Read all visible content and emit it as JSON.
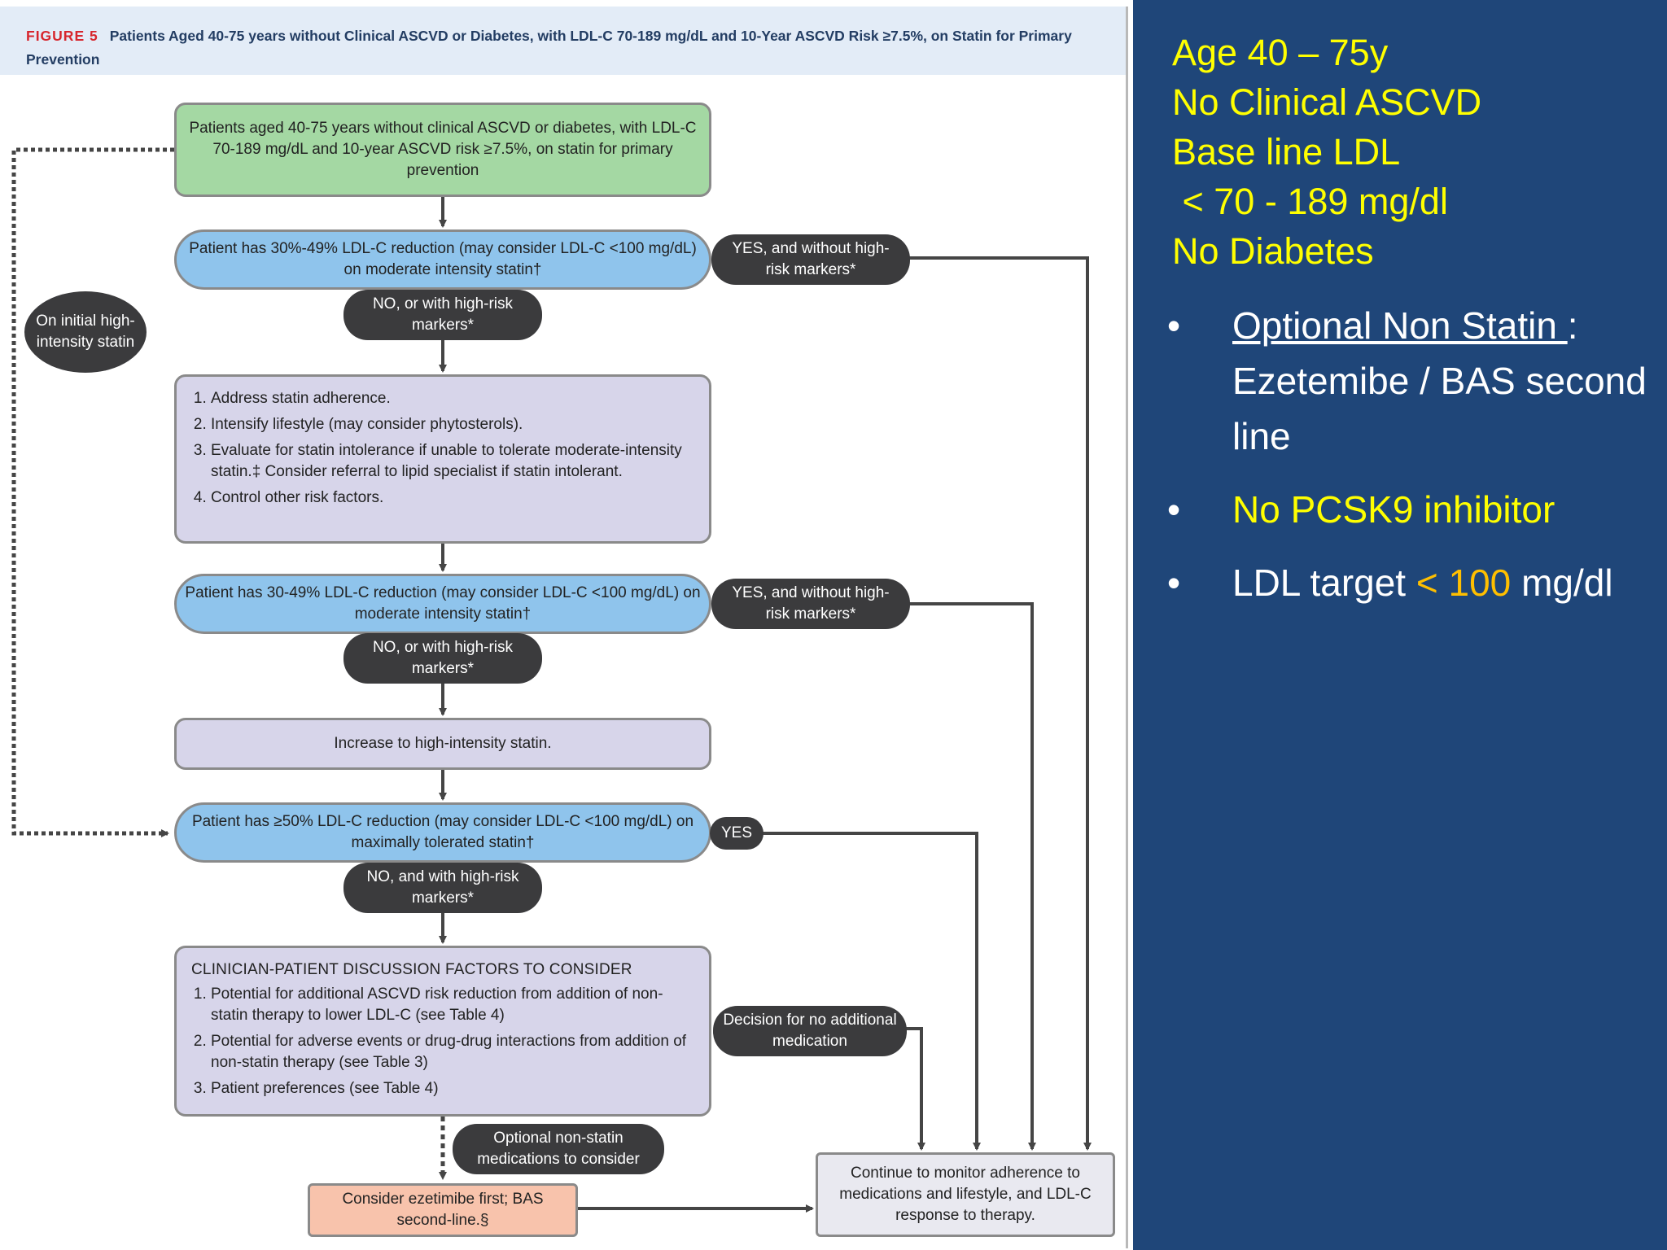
{
  "figure": {
    "label": "FIGURE 5",
    "title": "Patients Aged 40-75 years without Clinical ASCVD or Diabetes, with LDL-C 70-189 mg/dL and 10-Year ASCVD Risk ≥7.5%, on Statin for Primary Prevention",
    "start_box": "Patients aged 40-75 years without clinical ASCVD or diabetes, with LDL-C 70-189 mg/dL and 10-year ASCVD risk ≥7.5%, on statin for primary prevention",
    "step1": "Patient has 30%-49% LDL-C reduction (may consider LDL-C <100 mg/dL) on moderate intensity statin†",
    "yes1": "YES, and without high-risk markers*",
    "no1": "NO, or with high-risk markers*",
    "initial_high": "On initial high-intensity statin",
    "actions": [
      "Address statin adherence.",
      "Intensify lifestyle (may consider phytosterols).",
      "Evaluate for statin intolerance if unable to tolerate moderate-intensity statin.‡ Consider referral to lipid specialist if statin intolerant.",
      "Control other risk factors."
    ],
    "step2": "Patient has 30-49% LDL-C reduction (may consider LDL-C <100 mg/dL) on moderate intensity statin†",
    "yes2": "YES, and without high-risk markers*",
    "no2": "NO, or with high-risk markers*",
    "increase": "Increase to high-intensity statin.",
    "step3": "Patient has ≥50% LDL-C reduction (may consider LDL-C <100 mg/dL) on maximally tolerated statin†",
    "yes3": "YES",
    "no3": "NO, and with high-risk markers*",
    "discussion_heading": "CLINICIAN-PATIENT DISCUSSION FACTORS TO CONSIDER",
    "discussion": [
      "Potential for additional ASCVD risk reduction from addition of non-statin therapy to lower LDL-C (see Table 4)",
      "Potential for adverse events or drug-drug interactions from addition of non-statin therapy (see Table 3)",
      "Patient preferences (see Table 4)"
    ],
    "decision_no": "Decision for no additional medication",
    "optional": "Optional non-statin medications to consider",
    "ezetimibe": "Consider ezetimibe first; BAS second-line.§",
    "monitor": "Continue to monitor adherence to medications and lifestyle, and LDL-C response to therapy."
  },
  "panel": {
    "lines": [
      "Age 40 – 75y",
      "No Clinical ASCVD",
      "Base line LDL",
      " < 70 - 189 mg/dl",
      "No Diabetes"
    ],
    "bullets": {
      "b1_title": "Optional Non Statin ",
      "b1_colon": ":",
      "b1_text": "Ezetemibe / BAS second line",
      "b2": "No PCSK9 inhibitor",
      "b3_a": "LDL target ",
      "b3_b": "< 100",
      "b3_c": "mg/dl",
      "dot": "•"
    }
  },
  "colors": {
    "background": "#1f4679",
    "panel_text": "#ffff00",
    "green_box": "#a4d8a3",
    "blue_box": "#8fc4ec",
    "lavender_box": "#d7d5ea",
    "peach_box": "#f8c3ac",
    "pill": "#3b3b3d",
    "arrow": "#454545",
    "accent_orange": "#ffbf00",
    "figure_label": "#d7262d"
  }
}
